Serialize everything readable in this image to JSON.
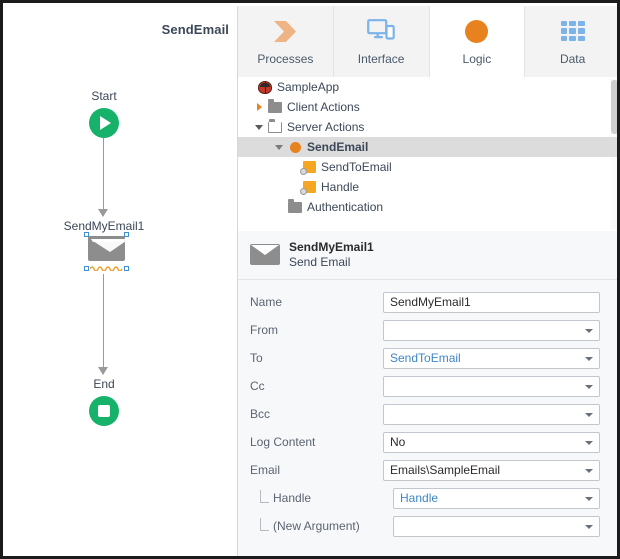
{
  "canvas": {
    "flow_title": "SendEmail",
    "nodes": [
      {
        "label": "Start",
        "icon": "play-circle-icon"
      },
      {
        "label": "SendMyEmail1",
        "icon": "envelope-icon"
      },
      {
        "label": "End",
        "icon": "stop-circle-icon"
      }
    ]
  },
  "tabs": [
    {
      "label": "Processes",
      "icon": "processes-chevron-icon",
      "active": false
    },
    {
      "label": "Interface",
      "icon": "interface-screen-icon",
      "active": false
    },
    {
      "label": "Logic",
      "icon": "logic-circle-icon",
      "active": true
    },
    {
      "label": "Data",
      "icon": "data-grid-icon",
      "active": false
    }
  ],
  "tree": [
    {
      "label": "SampleApp",
      "icon": "app-bug-icon",
      "twist": "none",
      "depth": 0,
      "selected": false
    },
    {
      "label": "Client Actions",
      "icon": "folder-icon",
      "twist": "collapsed",
      "depth": 1,
      "selected": false
    },
    {
      "label": "Server Actions",
      "icon": "folder-open-icon",
      "twist": "expanded",
      "depth": 1,
      "selected": false
    },
    {
      "label": "SendEmail",
      "icon": "action-dot-icon",
      "twist": "expanded",
      "depth": 2,
      "selected": true
    },
    {
      "label": "SendToEmail",
      "icon": "parameter-icon",
      "twist": "none",
      "depth": 3,
      "selected": false
    },
    {
      "label": "Handle",
      "icon": "parameter-icon",
      "twist": "none",
      "depth": 3,
      "selected": false
    },
    {
      "label": "Authentication",
      "icon": "folder-icon",
      "twist": "none",
      "depth": 2,
      "selected": false
    }
  ],
  "properties": {
    "header": {
      "title": "SendMyEmail1",
      "subtitle": "Send Email",
      "icon": "envelope-icon"
    },
    "rows": [
      {
        "label": "Name",
        "value": "SendMyEmail1",
        "type": "text",
        "child": false,
        "blue": false
      },
      {
        "label": "From",
        "value": "",
        "type": "select",
        "child": false,
        "blue": false
      },
      {
        "label": "To",
        "value": "SendToEmail",
        "type": "select",
        "child": false,
        "blue": true
      },
      {
        "label": "Cc",
        "value": "",
        "type": "select",
        "child": false,
        "blue": false
      },
      {
        "label": "Bcc",
        "value": "",
        "type": "select",
        "child": false,
        "blue": false
      },
      {
        "label": "Log Content",
        "value": "No",
        "type": "select",
        "child": false,
        "blue": false
      },
      {
        "label": "Email",
        "value": "Emails\\SampleEmail",
        "type": "select",
        "child": false,
        "blue": false
      },
      {
        "label": "Handle",
        "value": "Handle",
        "type": "select",
        "child": true,
        "blue": true
      },
      {
        "label": "(New Argument)",
        "value": "",
        "type": "select",
        "child": true,
        "blue": false
      }
    ]
  },
  "colors": {
    "accent_orange": "#e8821e",
    "green": "#17b26a",
    "blue_link": "#3f86c4",
    "selection_blue": "#3f8fd6",
    "error_squiggle": "#f0a030"
  }
}
